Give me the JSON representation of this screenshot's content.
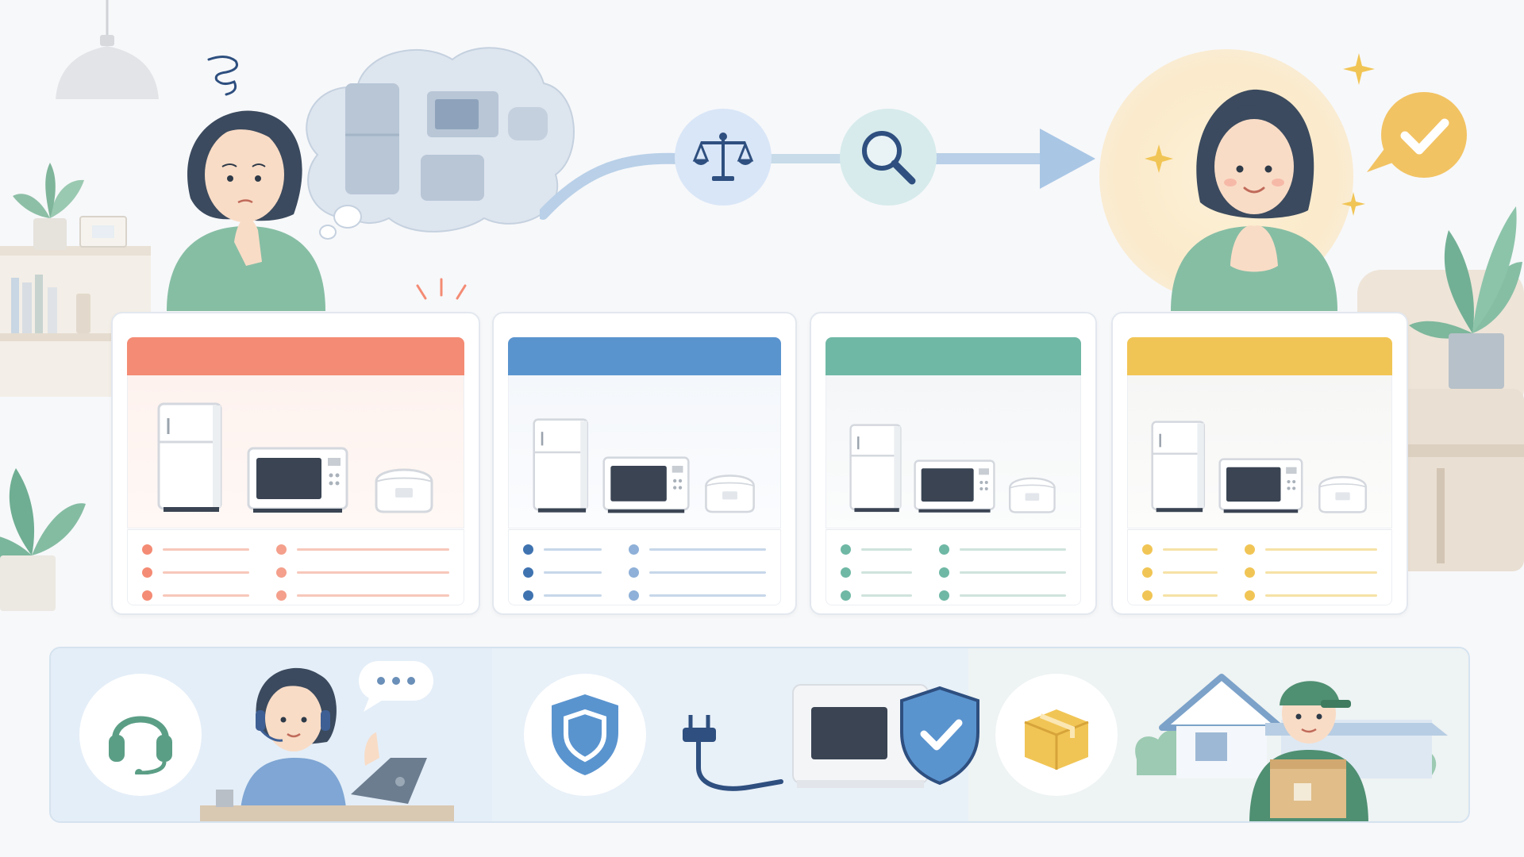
{
  "scene": {
    "colors": {
      "background": "#f7f8fa",
      "accent_red": "#f48b74",
      "accent_blue": "#5a94cf",
      "accent_teal": "#6fb8a5",
      "accent_yellow": "#f1c555",
      "person_green": "#7fbba2",
      "dark_navy": "#2e4f7f"
    },
    "flow_steps": [
      {
        "icon": "balance-scale-icon"
      },
      {
        "icon": "magnifier-icon"
      }
    ],
    "comparison_cards": [
      {
        "theme": "red",
        "appliances": [
          "refrigerator-icon",
          "microwave-icon",
          "rice-cooker-icon"
        ],
        "bullet_rows": 3
      },
      {
        "theme": "blue",
        "appliances": [
          "refrigerator-icon",
          "microwave-icon",
          "rice-cooker-icon"
        ],
        "bullet_rows": 3
      },
      {
        "theme": "teal",
        "appliances": [
          "refrigerator-icon",
          "microwave-icon",
          "rice-cooker-icon"
        ],
        "bullet_rows": 3
      },
      {
        "theme": "yellow",
        "appliances": [
          "refrigerator-icon",
          "microwave-icon",
          "rice-cooker-icon"
        ],
        "bullet_rows": 3
      }
    ],
    "services": [
      {
        "icon": "headset-icon",
        "illustration": "support-agent-with-laptop"
      },
      {
        "icon": "shield-icon",
        "illustration": "microwave-with-warranty-shield"
      },
      {
        "icon": "package-icon",
        "illustration": "delivery-person-with-box"
      }
    ]
  }
}
